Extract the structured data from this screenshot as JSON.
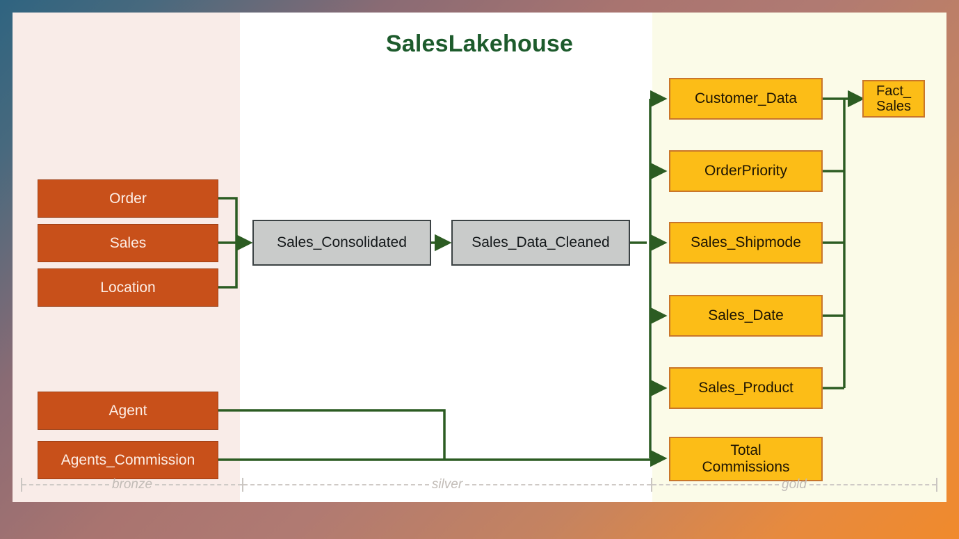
{
  "diagram": {
    "title": "SalesLakehouse",
    "title_color": "#1d5b2c",
    "frame_gradient_from": "#2f6480",
    "frame_gradient_to": "#f08a2c",
    "connector_color": "#2c5c22"
  },
  "zones": {
    "bronze": {
      "label": "bronze",
      "background": "#f9ece8"
    },
    "silver": {
      "label": "silver",
      "background": "#ffffff"
    },
    "gold": {
      "label": "gold",
      "background": "#fbfbe8"
    }
  },
  "bronze_nodes": [
    {
      "label": "Order"
    },
    {
      "label": "Sales"
    },
    {
      "label": "Location"
    },
    {
      "label": "Agent"
    },
    {
      "label": "Agents_Commission"
    }
  ],
  "silver_nodes": [
    {
      "label": "Sales_Consolidated"
    },
    {
      "label": "Sales_Data_Cleaned"
    }
  ],
  "gold_nodes": [
    {
      "label": "Customer_Data"
    },
    {
      "label": "OrderPriority"
    },
    {
      "label": "Sales_Shipmode"
    },
    {
      "label": "Sales_Date"
    },
    {
      "label": "Sales_Product"
    },
    {
      "label": "Total Commissions",
      "line1": "Total",
      "line2": "Commissions"
    }
  ],
  "fact_node": {
    "line1": "Fact_",
    "line2": "Sales"
  },
  "colors": {
    "bronze_fill": "#c8501a",
    "bronze_text": "#fdeee6",
    "silver_fill": "#c9cbca",
    "silver_border": "#3b4244",
    "gold_fill": "#fcbd17",
    "gold_border": "#c9762a"
  }
}
